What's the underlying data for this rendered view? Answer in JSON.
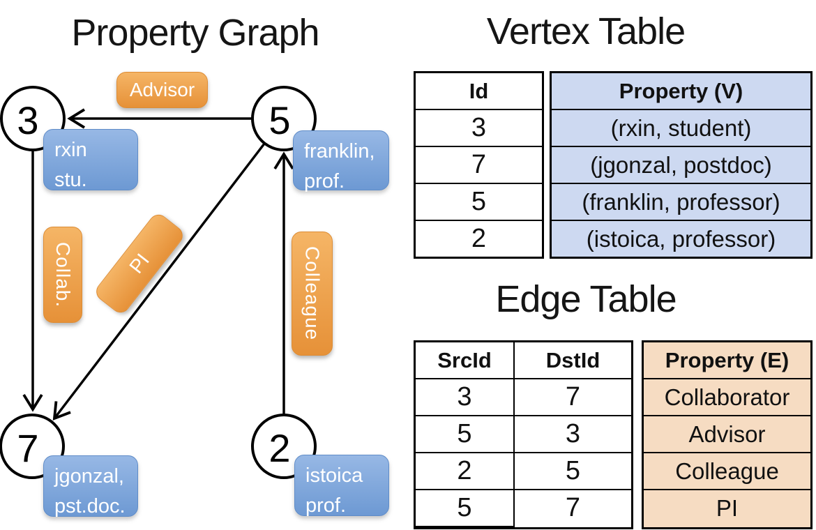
{
  "graph": {
    "title": "Property Graph",
    "nodes": [
      {
        "label": "3"
      },
      {
        "label": "5"
      },
      {
        "label": "7"
      },
      {
        "label": "2"
      }
    ],
    "vertex_cards": [
      {
        "line1": "rxin",
        "line2": "stu."
      },
      {
        "line1": "franklin,",
        "line2": "prof."
      },
      {
        "line1": "jgonzal,",
        "line2": "pst.doc."
      },
      {
        "line1": "istoica",
        "line2": "prof."
      }
    ],
    "edge_labels": {
      "advisor": "Advisor",
      "collab": "Collab.",
      "pi": "PI",
      "colleague": "Colleague"
    }
  },
  "vertex_table": {
    "title": "Vertex Table",
    "headers": {
      "id": "Id",
      "property": "Property (V)"
    },
    "rows": [
      {
        "id": "3",
        "property": "(rxin, student)"
      },
      {
        "id": "7",
        "property": "(jgonzal, postdoc)"
      },
      {
        "id": "5",
        "property": "(franklin, professor)"
      },
      {
        "id": "2",
        "property": "(istoica, professor)"
      }
    ]
  },
  "edge_table": {
    "title": "Edge Table",
    "headers": {
      "src": "SrcId",
      "dst": "DstId",
      "property": "Property (E)"
    },
    "rows": [
      {
        "src": "3",
        "dst": "7",
        "property": "Collaborator"
      },
      {
        "src": "5",
        "dst": "3",
        "property": "Advisor"
      },
      {
        "src": "2",
        "dst": "5",
        "property": "Colleague"
      },
      {
        "src": "5",
        "dst": "7",
        "property": "PI"
      }
    ]
  },
  "colors": {
    "edge_label_fill": "#eea14c",
    "vertex_card_fill": "#7ea3d8",
    "vertex_table_fill": "#cdd9f1",
    "edge_table_fill": "#f6dcc2",
    "line": "#000000"
  }
}
